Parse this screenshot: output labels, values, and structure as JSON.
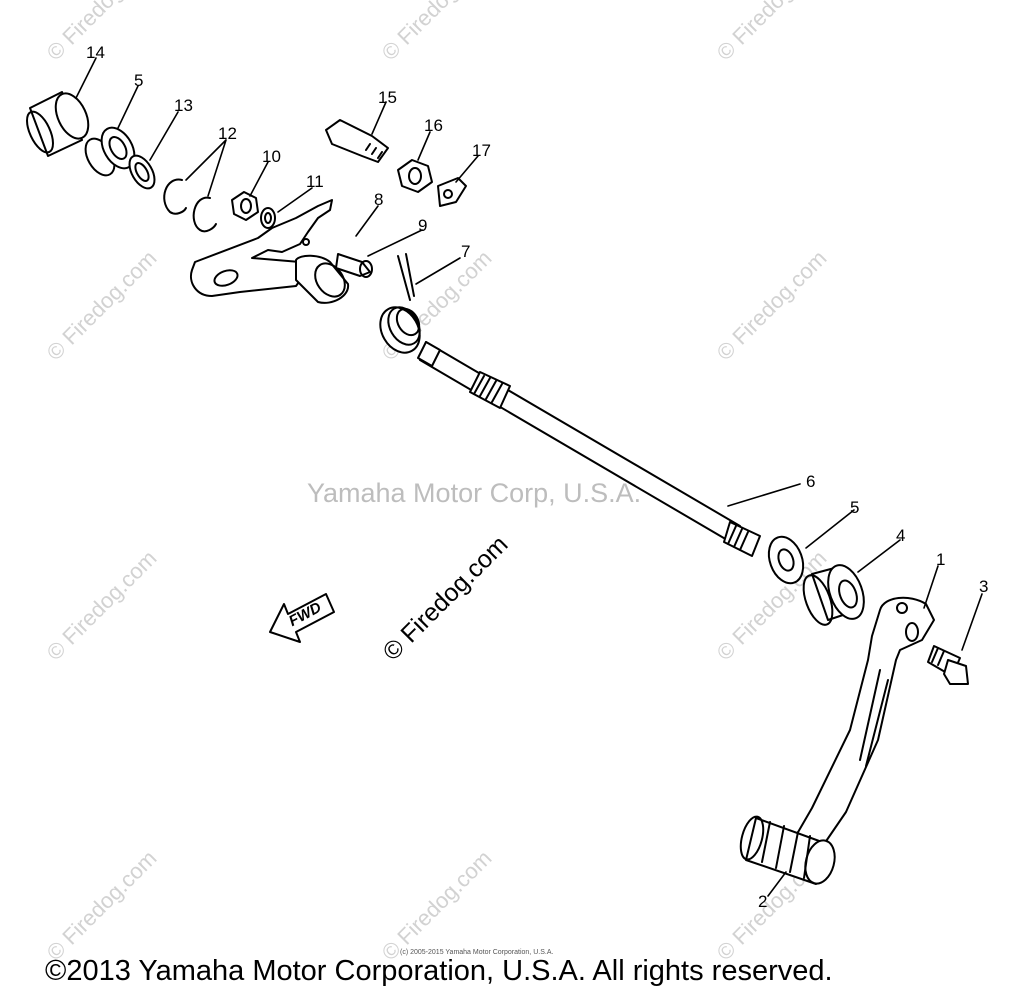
{
  "watermarks": {
    "brand": "© Firedog.com",
    "center_text": "Yamaha Motor Corp, U.S.A."
  },
  "direction_arrow": {
    "label": "FWD"
  },
  "callouts": {
    "c14": "14",
    "c5a": "5",
    "c13": "13",
    "c12": "12",
    "c10": "10",
    "c11": "11",
    "c15": "15",
    "c16": "16",
    "c17": "17",
    "c8": "8",
    "c9": "9",
    "c7": "7",
    "c6": "6",
    "c5b": "5",
    "c4": "4",
    "c1": "1",
    "c3": "3",
    "c2": "2"
  },
  "footer": {
    "small_copyright": "(c) 2005-2015 Yamaha Motor Corporation, U.S.A.",
    "copyright": "©2013 Yamaha Motor Corporation, U.S.A. All rights reserved."
  },
  "colors": {
    "line": "#000000",
    "watermark": "#d2d2d2"
  }
}
